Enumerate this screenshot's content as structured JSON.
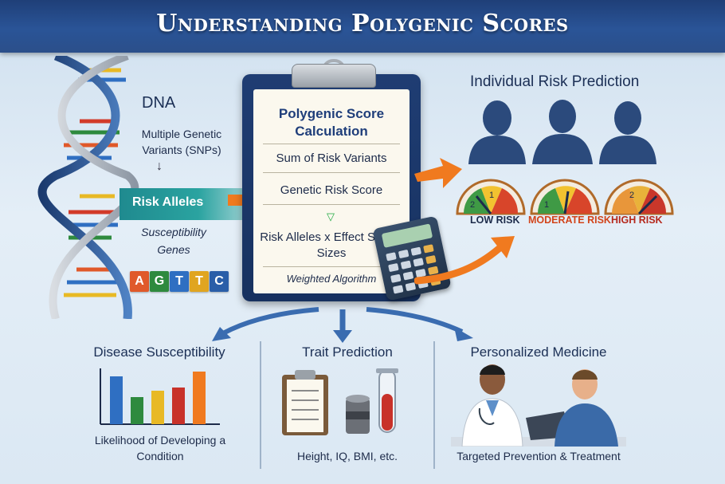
{
  "title": "Understanding Polygenic Scores",
  "dna": {
    "title": "DNA",
    "subtitle": "Multiple Genetic Variants (SNPs)",
    "arrow": "↓",
    "risk_alleles": "Risk Alleles",
    "susceptibility": "Susceptibility Genes",
    "bases": [
      {
        "letter": "A",
        "color": "#e0592a"
      },
      {
        "letter": "G",
        "color": "#2e8a3e"
      },
      {
        "letter": "T",
        "color": "#2f6fc2"
      },
      {
        "letter": "T",
        "color": "#e0a520"
      },
      {
        "letter": "C",
        "color": "#2a5ea8"
      }
    ]
  },
  "clipboard": {
    "title": "Polygenic Score Calculation",
    "line1": "Sum of Risk Variants",
    "line2": "Genetic Risk Score",
    "formula": "Risk Alleles x Effect Sizes | Sizes",
    "algorithm": "Weighted Algorithm"
  },
  "risk_prediction": {
    "title": "Individual Risk Prediction",
    "levels": [
      {
        "label": "LOW RISK",
        "color": "#1d2b4a"
      },
      {
        "label": "MODERATE RISK",
        "color": "#d2441a"
      },
      {
        "label": "HIGH RISK",
        "color": "#b5281c"
      }
    ],
    "gauge_numbers": [
      "1",
      "2",
      "1",
      "1",
      "2"
    ]
  },
  "panels": {
    "disease": {
      "title": "Disease Susceptibility",
      "caption": "Likelihood of Developing a Condition"
    },
    "trait": {
      "title": "Trait Prediction",
      "caption": "Height, IQ, BMI, etc."
    },
    "medicine": {
      "title": "Personalized Medicine",
      "caption": "Targeted Prevention & Treatment"
    }
  },
  "colors": {
    "banner": "#2a5497",
    "accent_orange": "#f07a1f",
    "accent_teal": "#2aa3a0",
    "navy": "#1d2b4a"
  }
}
